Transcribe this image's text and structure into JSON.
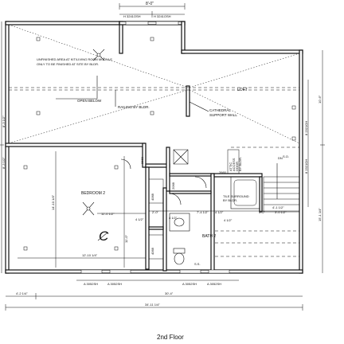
{
  "title": "2nd Floor",
  "notes": {
    "unfinished_area": [
      "UNFINISHED AREA AT KIT/LIVING ROOM MODULE",
      "ONLY TO BE FINISHED AT SITE BY BLDR."
    ],
    "open_below": "OPEN BELOW",
    "railing": "RAILING BY BLDR.",
    "cathedral": [
      "CATHEDRAL",
      "SUPPORT WALL"
    ],
    "loft": "LOFT",
    "bedroom": "BEDROOM 2",
    "bath": "BATH 2",
    "tile": [
      "TILE SURROUND",
      "BY BLDR."
    ],
    "attic_access": [
      "ATTIC",
      "ACCESS",
      "DOOR",
      "BY BLDR."
    ],
    "dn": "DN",
    "so": "S.O."
  },
  "windows": {
    "top_left": "H 3241OSH",
    "top_right": "H 3241OSH",
    "bottom_1": "A 3052SH",
    "bottom_2": "A 3052SH",
    "bottom_3": "A 3052SH",
    "bottom_4": "A 3052SH"
  },
  "dimensions": {
    "top": "8'-0\"",
    "left_upper": "8'-3 1/2\"",
    "left_lower": "8'-3 1/2\"",
    "right_upper": "10'-6\"",
    "right_upper_inner": "8 2321OH",
    "right_lower_inner": "8 2321OH",
    "right_lower": "15'-1 1/4\"",
    "bottom_left": "4'-2 1/4\"",
    "bottom_mid": "30'-4\"",
    "bottom_total": "34'-11 1/4\"",
    "bedroom_width": "12'-10 1/4\"",
    "bedroom_height": "14'-10 1/4\"",
    "bedroom_depth": "11'-0\"",
    "bath_v": "11'-0 1/2\"",
    "closet_1": "2660",
    "closet_2": "2660",
    "door_1": "4068",
    "door_2": "4068",
    "door_3": "2068",
    "door_4": "2660",
    "d_2_0": "2'-0\"",
    "d_4_half": "4 1/2\"",
    "d_7_4": "7'-4 1/2\"",
    "d_4_half_2": "4 1/2\"",
    "d_3_2": "3'-2\"",
    "d_3_0": "3'-0 1/2\"",
    "d_4_1": "4'-1 1/2\"",
    "d_4_half_3": "4 1/2\"",
    "d_4_half_4": "4 1/2\"",
    "ss": "S.S."
  }
}
